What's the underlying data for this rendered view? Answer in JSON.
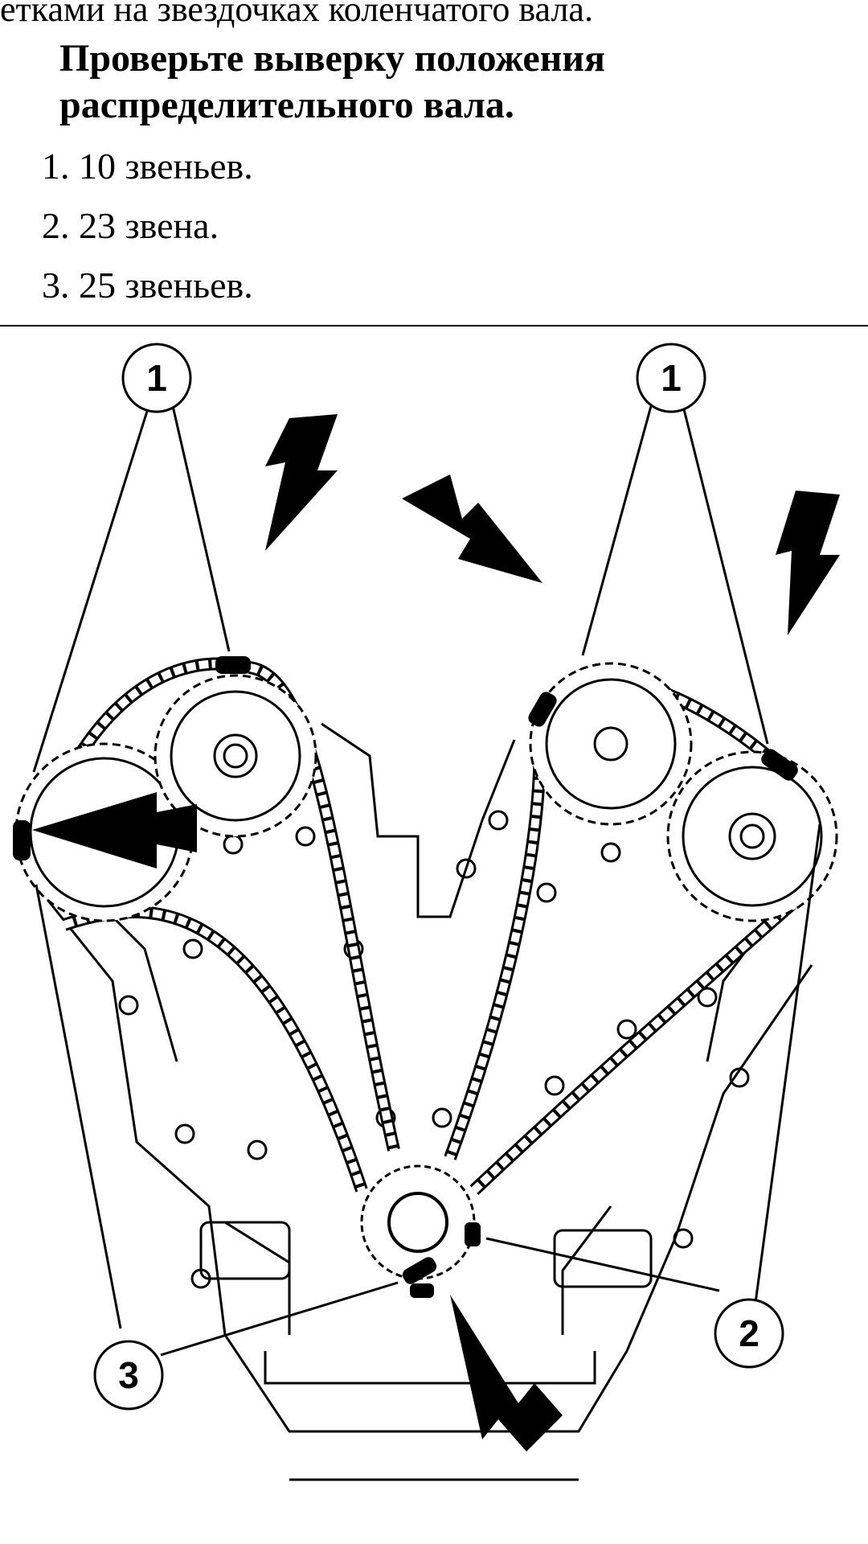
{
  "text": {
    "top_line": "етками на звездочках коленчатого вала.",
    "heading": "Проверьте выверку положения распределительного вала.",
    "steps": [
      "1. 10 звеньев.",
      "2. 23 звена.",
      "3. 25 звеньев."
    ]
  },
  "diagram": {
    "callouts": [
      "1",
      "1",
      "2",
      "3"
    ]
  }
}
